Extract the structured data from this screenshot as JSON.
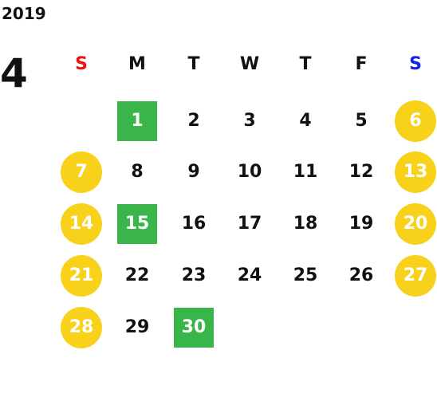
{
  "header": {
    "year": "2019",
    "month": "4"
  },
  "weekdays": [
    {
      "label": "S",
      "color": "#ee1111"
    },
    {
      "label": "M",
      "color": "#111111"
    },
    {
      "label": "T",
      "color": "#111111"
    },
    {
      "label": "W",
      "color": "#111111"
    },
    {
      "label": "T",
      "color": "#111111"
    },
    {
      "label": "F",
      "color": "#111111"
    },
    {
      "label": "S",
      "color": "#1122ee"
    }
  ],
  "colors": {
    "weekend_circle": "#f7d11a",
    "holiday_square": "#3ab54a",
    "text": "#111111",
    "highlight_text": "#ffffff"
  },
  "days": [
    {
      "day": "1",
      "weekday": 1,
      "style": "holiday"
    },
    {
      "day": "2",
      "weekday": 2,
      "style": "normal"
    },
    {
      "day": "3",
      "weekday": 3,
      "style": "normal"
    },
    {
      "day": "4",
      "weekday": 4,
      "style": "normal"
    },
    {
      "day": "5",
      "weekday": 5,
      "style": "normal"
    },
    {
      "day": "6",
      "weekday": 6,
      "style": "weekend"
    },
    {
      "day": "7",
      "weekday": 0,
      "style": "weekend"
    },
    {
      "day": "8",
      "weekday": 1,
      "style": "normal"
    },
    {
      "day": "9",
      "weekday": 2,
      "style": "normal"
    },
    {
      "day": "10",
      "weekday": 3,
      "style": "normal"
    },
    {
      "day": "11",
      "weekday": 4,
      "style": "normal"
    },
    {
      "day": "12",
      "weekday": 5,
      "style": "normal"
    },
    {
      "day": "13",
      "weekday": 6,
      "style": "weekend"
    },
    {
      "day": "14",
      "weekday": 0,
      "style": "weekend"
    },
    {
      "day": "15",
      "weekday": 1,
      "style": "holiday"
    },
    {
      "day": "16",
      "weekday": 2,
      "style": "normal"
    },
    {
      "day": "17",
      "weekday": 3,
      "style": "normal"
    },
    {
      "day": "18",
      "weekday": 4,
      "style": "normal"
    },
    {
      "day": "19",
      "weekday": 5,
      "style": "normal"
    },
    {
      "day": "20",
      "weekday": 6,
      "style": "weekend"
    },
    {
      "day": "21",
      "weekday": 0,
      "style": "weekend"
    },
    {
      "day": "22",
      "weekday": 1,
      "style": "normal"
    },
    {
      "day": "23",
      "weekday": 2,
      "style": "normal"
    },
    {
      "day": "24",
      "weekday": 3,
      "style": "normal"
    },
    {
      "day": "25",
      "weekday": 4,
      "style": "normal"
    },
    {
      "day": "26",
      "weekday": 5,
      "style": "normal"
    },
    {
      "day": "27",
      "weekday": 6,
      "style": "weekend"
    },
    {
      "day": "28",
      "weekday": 0,
      "style": "weekend"
    },
    {
      "day": "29",
      "weekday": 1,
      "style": "normal"
    },
    {
      "day": "30",
      "weekday": 2,
      "style": "holiday"
    }
  ]
}
